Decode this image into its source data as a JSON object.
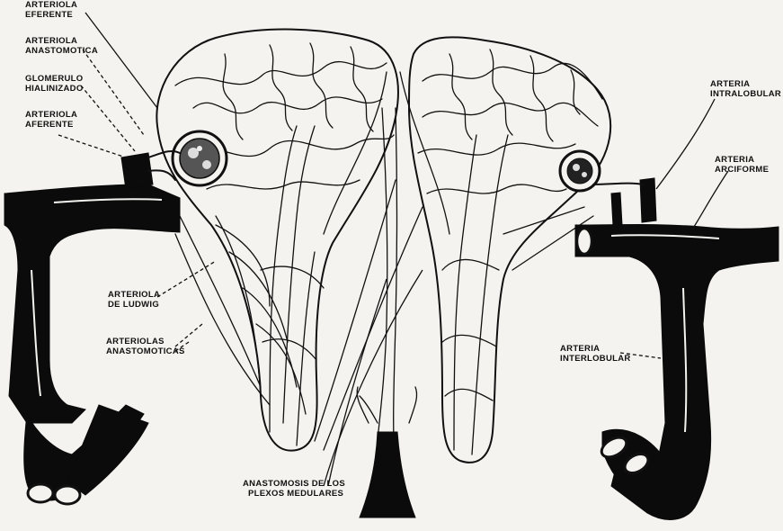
{
  "labels": {
    "arteriola_eferente": [
      "ARTERIOLA",
      "EFERENTE"
    ],
    "arteriola_anastomotica": [
      "ARTERIOLA",
      "ANASTOMOTICA"
    ],
    "glomerulo_hialinizado": [
      "GLOMERULO",
      "HIALINIZADO"
    ],
    "arteriola_aferente": [
      "ARTERIOLA",
      "AFERENTE"
    ],
    "arteriola_de_ludwig": [
      "ARTERIOLA",
      "DE LUDWIG"
    ],
    "arteriolas_anastomoticas": [
      "ARTERIOLAS",
      "ANASTOMOTICAS"
    ],
    "anastomosis_plexos": [
      "ANASTOMOSIS DE LOS",
      "PLEXOS MEDULARES"
    ],
    "arteria_intralobular": [
      "ARTERIA",
      "INTRALOBULAR"
    ],
    "arteria_arciforme": [
      "ARTERIA",
      "ARCIFORME"
    ],
    "arteria_interlobular": [
      "ARTERIA",
      "INTERLOBULAR"
    ]
  },
  "colors": {
    "ink": "#111111",
    "paper": "#f4f3ef"
  }
}
